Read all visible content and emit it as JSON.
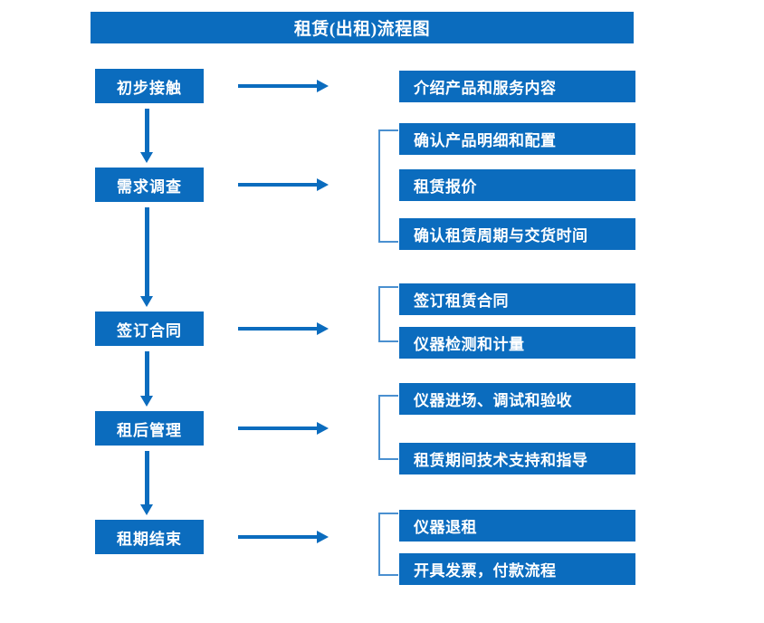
{
  "title": "租赁(出租)流程图",
  "colors": {
    "primary": "#0B6CBE",
    "bracket": "#4A90D0",
    "background": "#FFFFFF",
    "text_on_primary": "#FFFFFF"
  },
  "stages": [
    {
      "label": "初步接触"
    },
    {
      "label": "需求调查"
    },
    {
      "label": "签订合同"
    },
    {
      "label": "租后管理"
    },
    {
      "label": "租期结束"
    }
  ],
  "details": [
    {
      "label": "介绍产品和服务内容"
    },
    {
      "label": "确认产品明细和配置"
    },
    {
      "label": "租赁报价"
    },
    {
      "label": "确认租赁周期与交货时间"
    },
    {
      "label": "签订租赁合同"
    },
    {
      "label": "仪器检测和计量"
    },
    {
      "label": "仪器进场、调试和验收"
    },
    {
      "label": "租赁期间技术支持和指导"
    },
    {
      "label": "仪器退租"
    },
    {
      "label": "开具发票，付款流程"
    }
  ],
  "groups": [
    {
      "stage": "初步接触",
      "detail_labels": [
        "介绍产品和服务内容"
      ],
      "bracket": false
    },
    {
      "stage": "需求调查",
      "detail_labels": [
        "确认产品明细和配置",
        "租赁报价",
        "确认租赁周期与交货时间"
      ],
      "bracket": true
    },
    {
      "stage": "签订合同",
      "detail_labels": [
        "签订租赁合同",
        "仪器检测和计量"
      ],
      "bracket": true
    },
    {
      "stage": "租后管理",
      "detail_labels": [
        "仪器进场、调试和验收",
        "租赁期间技术支持和指导"
      ],
      "bracket": true
    },
    {
      "stage": "租期结束",
      "detail_labels": [
        "仪器退租",
        "开具发票，付款流程"
      ],
      "bracket": true
    }
  ],
  "connectors": {
    "horizontal_arrow_count": 5,
    "vertical_arrow_count": 4,
    "direction": "down-and-right"
  }
}
